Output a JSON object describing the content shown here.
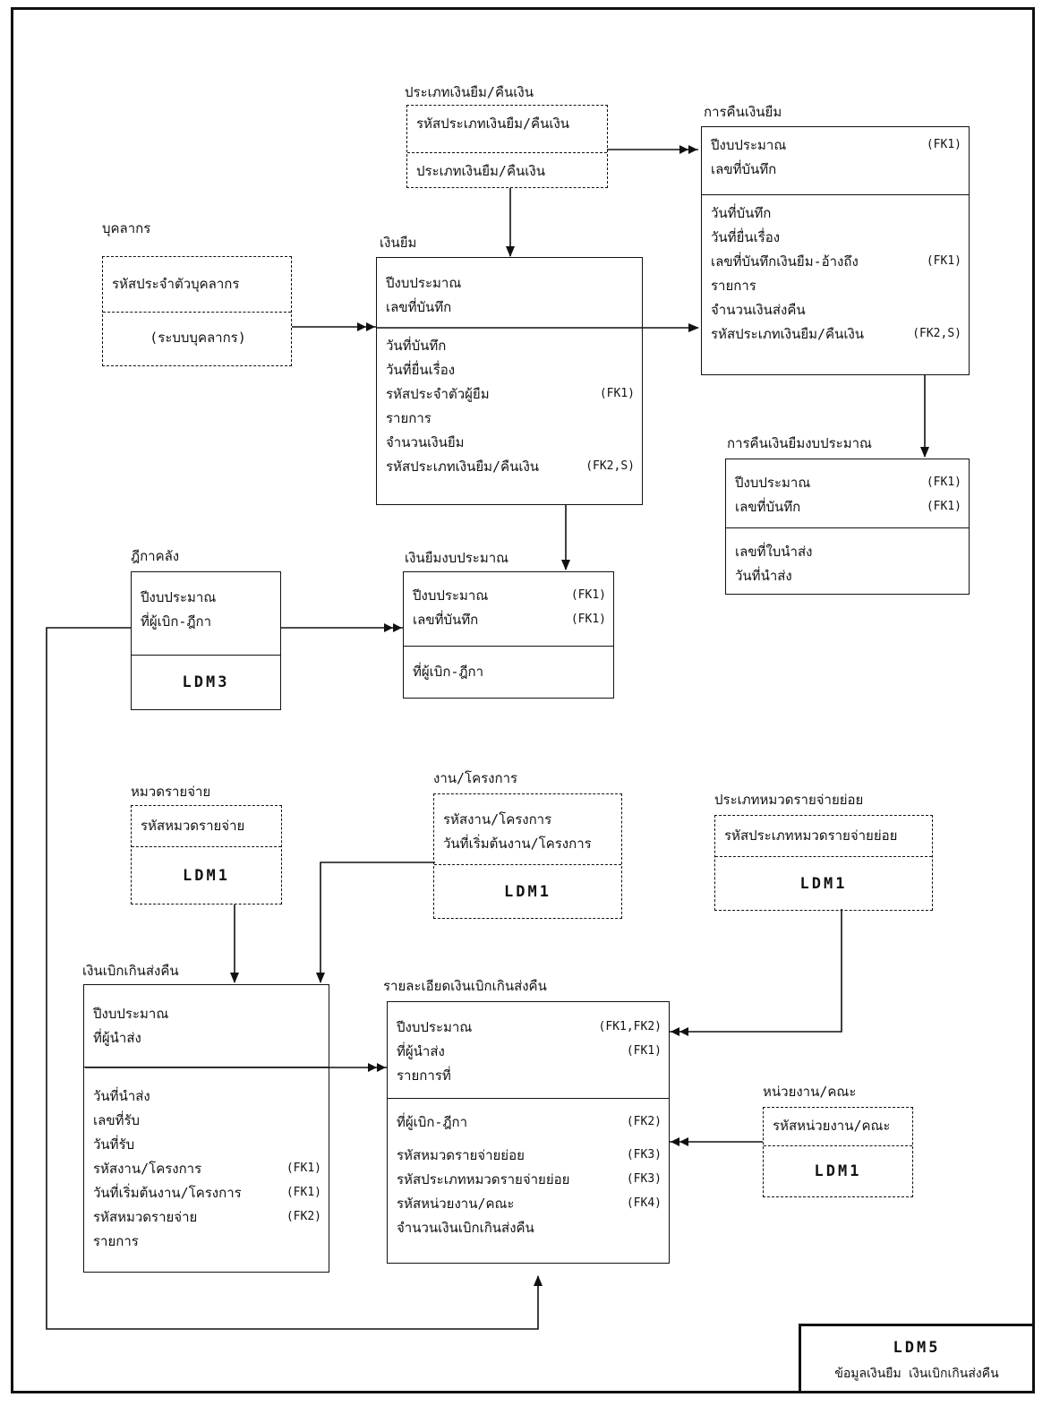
{
  "diagram": {
    "title_code": "LDM5",
    "title_text": "ข้อมูลเงินยืม เงินเบิกเกินส่งคืน",
    "entities": {
      "loan_type": {
        "label": "ประเภทเงินยืม/คืนเงิน",
        "key_fields": [
          "รหัสประเภทเงินยืม/คืนเงิน"
        ],
        "fields": [
          "ประเภทเงินยืม/คืนเงิน"
        ]
      },
      "loan_return": {
        "label": "การคืนเงินยืม",
        "key_fields": [
          {
            "name": "ปีงบประมาณ",
            "fk": "(FK1)"
          },
          {
            "name": "เลขที่บันทึก",
            "fk": ""
          }
        ],
        "fields": [
          {
            "name": "วันที่บันทึก",
            "fk": ""
          },
          {
            "name": "วันที่ยื่นเรื่อง",
            "fk": ""
          },
          {
            "name": "เลขที่บันทึกเงินยืม-อ้างถึง",
            "fk": "(FK1)"
          },
          {
            "name": "รายการ",
            "fk": ""
          },
          {
            "name": "จำนวนเงินส่งคืน",
            "fk": ""
          },
          {
            "name": "รหัสประเภทเงินยืม/คืนเงิน",
            "fk": "(FK2,S)"
          }
        ]
      },
      "personnel": {
        "label": "บุคลากร",
        "key_fields": [
          "รหัสประจำตัวบุคลากร"
        ],
        "fields": [
          "(ระบบบุคลากร)"
        ]
      },
      "loan": {
        "label": "เงินยืม",
        "key_fields": [
          {
            "name": "ปีงบประมาณ",
            "fk": ""
          },
          {
            "name": "เลขที่บันทึก",
            "fk": ""
          }
        ],
        "fields": [
          {
            "name": "วันที่บันทึก",
            "fk": ""
          },
          {
            "name": "วันที่ยื่นเรื่อง",
            "fk": ""
          },
          {
            "name": "รหัสประจำตัวผู้ยืม",
            "fk": "(FK1)"
          },
          {
            "name": "รายการ",
            "fk": ""
          },
          {
            "name": "จำนวนเงินยืม",
            "fk": ""
          },
          {
            "name": "รหัสประเภทเงินยืม/คืนเงิน",
            "fk": "(FK2,S)"
          }
        ]
      },
      "loan_return_budget": {
        "label": "การคืนเงินยืมงบประมาณ",
        "key_fields": [
          {
            "name": "ปีงบประมาณ",
            "fk": "(FK1)"
          },
          {
            "name": "เลขที่บันทึก",
            "fk": "(FK1)"
          }
        ],
        "fields": [
          {
            "name": "เลขที่ใบนำส่ง",
            "fk": ""
          },
          {
            "name": "วันที่นำส่ง",
            "fk": ""
          }
        ]
      },
      "withdrawal": {
        "label": "ฎีกาคลัง",
        "key_fields": [
          {
            "name": "ปีงบประมาณ",
            "fk": ""
          },
          {
            "name": "ที่ผู้เบิก-ฎีกา",
            "fk": ""
          }
        ],
        "ldm": "LDM3"
      },
      "budget_loan": {
        "label": "เงินยืมงบประมาณ",
        "key_fields": [
          {
            "name": "ปีงบประมาณ",
            "fk": "(FK1)"
          },
          {
            "name": "เลขที่บันทึก",
            "fk": "(FK1)"
          }
        ],
        "fields": [
          {
            "name": "ที่ผู้เบิก-ฎีกา",
            "fk": ""
          }
        ]
      },
      "expense_category": {
        "label": "หมวดรายจ่าย",
        "key_fields": [
          "รหัสหมวดรายจ่าย"
        ],
        "ldm": "LDM1"
      },
      "project": {
        "label": "งาน/โครงการ",
        "key_fields": [
          "รหัสงาน/โครงการ",
          "วันที่เริ่มต้นงาน/โครงการ"
        ],
        "ldm": "LDM1"
      },
      "sub_expense_type": {
        "label": "ประเภทหมวดรายจ่ายย่อย",
        "key_fields": [
          "รหัสประเภทหมวดรายจ่ายย่อย"
        ],
        "ldm": "LDM1"
      },
      "overpayment": {
        "label": "เงินเบิกเกินส่งคืน",
        "key_fields": [
          {
            "name": "ปีงบประมาณ",
            "fk": ""
          },
          {
            "name": "ที่ผู้นำส่ง",
            "fk": ""
          }
        ],
        "fields": [
          {
            "name": "วันที่นำส่ง",
            "fk": ""
          },
          {
            "name": "เลขที่รับ",
            "fk": ""
          },
          {
            "name": "วันที่รับ",
            "fk": ""
          },
          {
            "name": "รหัสงาน/โครงการ",
            "fk": "(FK1)"
          },
          {
            "name": "วันที่เริ่มต้นงาน/โครงการ",
            "fk": "(FK1)"
          },
          {
            "name": "รหัสหมวดรายจ่าย",
            "fk": "(FK2)"
          },
          {
            "name": "รายการ",
            "fk": ""
          }
        ]
      },
      "overpayment_detail": {
        "label": "รายละเอียดเงินเบิกเกินส่งคืน",
        "key_fields": [
          {
            "name": "ปีงบประมาณ",
            "fk": "(FK1,FK2)"
          },
          {
            "name": "ที่ผู้นำส่ง",
            "fk": "(FK1)"
          },
          {
            "name": "รายการที่",
            "fk": ""
          }
        ],
        "fields": [
          {
            "name": "ที่ผู้เบิก-ฎีกา",
            "fk": "(FK2)"
          },
          {
            "name": "รหัสหมวดรายจ่ายย่อย",
            "fk": "(FK3)"
          },
          {
            "name": "รหัสประเภทหมวดรายจ่ายย่อย",
            "fk": "(FK3)"
          },
          {
            "name": "รหัสหน่วยงาน/คณะ",
            "fk": "(FK4)"
          },
          {
            "name": "จำนวนเงินเบิกเกินส่งคืน",
            "fk": ""
          }
        ]
      },
      "department": {
        "label": "หน่วยงาน/คณะ",
        "key_fields": [
          "รหัสหน่วยงาน/คณะ"
        ],
        "ldm": "LDM1"
      }
    }
  }
}
